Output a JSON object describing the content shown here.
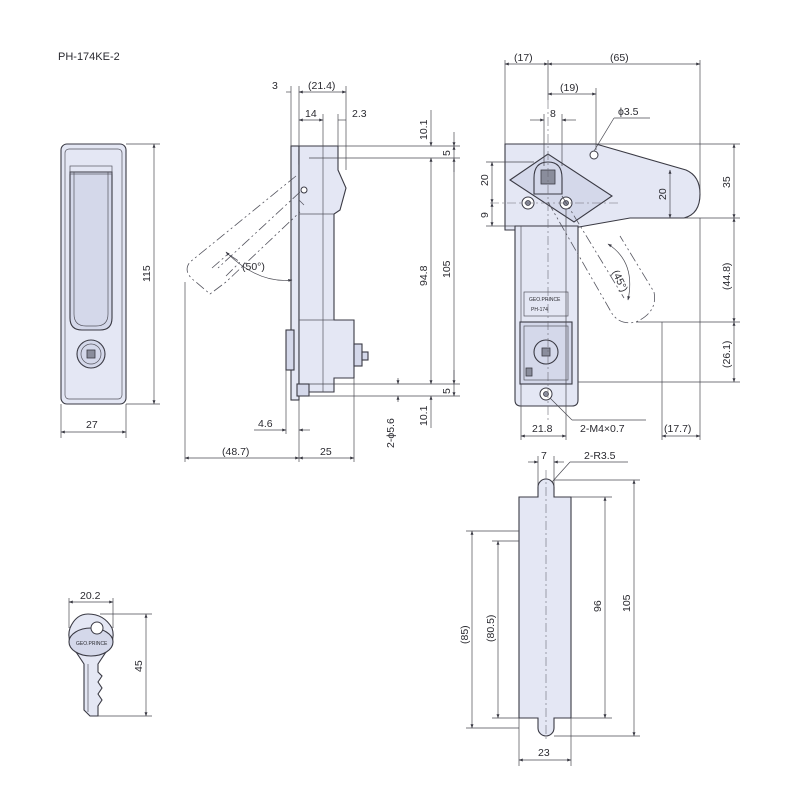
{
  "title": "PH-174KE-2",
  "labels": {
    "front_width": "27",
    "front_height": "115",
    "side_3": "3",
    "side_21_4": "(21.4)",
    "side_14": "14",
    "side_2_3": "2.3",
    "side_10_1_top": "10.1",
    "side_5_top": "5",
    "side_94_8": "94.8",
    "side_105": "105",
    "side_5_bottom": "5",
    "side_10_1_bottom": "10.1",
    "side_4_6": "4.6",
    "side_48_7": "(48.7)",
    "side_25": "25",
    "side_hole": "2-ϕ5.6",
    "side_angle": "(50°)",
    "back_17": "(17)",
    "back_65": "(65)",
    "back_19": "(19)",
    "back_8": "8",
    "back_phi": "ϕ3.5",
    "back_20_left": "20",
    "back_9": "9",
    "back_20_right": "20",
    "back_35": "35",
    "back_44_8": "(44.8)",
    "back_26_1": "(26.1)",
    "back_21_8": "21.8",
    "back_thread": "2-M4×0.7",
    "back_17_7": "(17.7)",
    "back_angle": "(45°)",
    "back_brand": "GEO.PRINCE",
    "back_model": "PH-174",
    "key_width": "20.2",
    "key_height": "45",
    "key_brand": "GEO.PRINCE",
    "gasket_7": "7",
    "gasket_radius": "2-R3.5",
    "gasket_85": "(85)",
    "gasket_80_5": "(80.5)",
    "gasket_96": "96",
    "gasket_105": "105",
    "gasket_23": "23"
  }
}
